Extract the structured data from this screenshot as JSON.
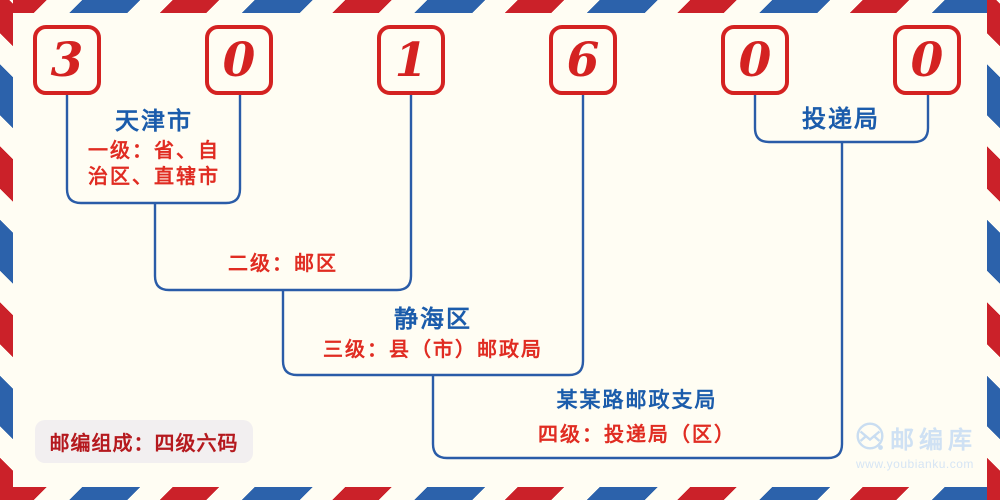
{
  "postal_code": {
    "digits": [
      "3",
      "0",
      "1",
      "6",
      "0",
      "0"
    ]
  },
  "levels": {
    "level1": {
      "name": "天津市",
      "desc_line1": "一级：省、自",
      "desc_line2": "治区、直辖市"
    },
    "level2": {
      "desc": "二级：邮区"
    },
    "level3": {
      "name": "静海区",
      "desc": "三级：县（市）邮政局"
    },
    "level4": {
      "name": "某某路邮政支局",
      "desc": "四级：投递局（区）"
    },
    "level5": {
      "name": "投递局"
    }
  },
  "footer": {
    "composition_note": "邮编组成：四级六码"
  },
  "watermark": {
    "brand": "邮编库",
    "url": "www.youbianku.com",
    "icon": "envelope-circle-icon"
  },
  "colors": {
    "background": "#fffdf3",
    "digit_red": "#d42221",
    "connector_blue": "#2a5ca8",
    "name_blue": "#1b5cab",
    "desc_red": "#e02c22",
    "note_dark_red": "#b5191e",
    "stripe_red": "#cb2129",
    "stripe_blue": "#2c62ab",
    "badge_bg": "#f2eff0",
    "watermark_blue": "#cfe1f3"
  }
}
